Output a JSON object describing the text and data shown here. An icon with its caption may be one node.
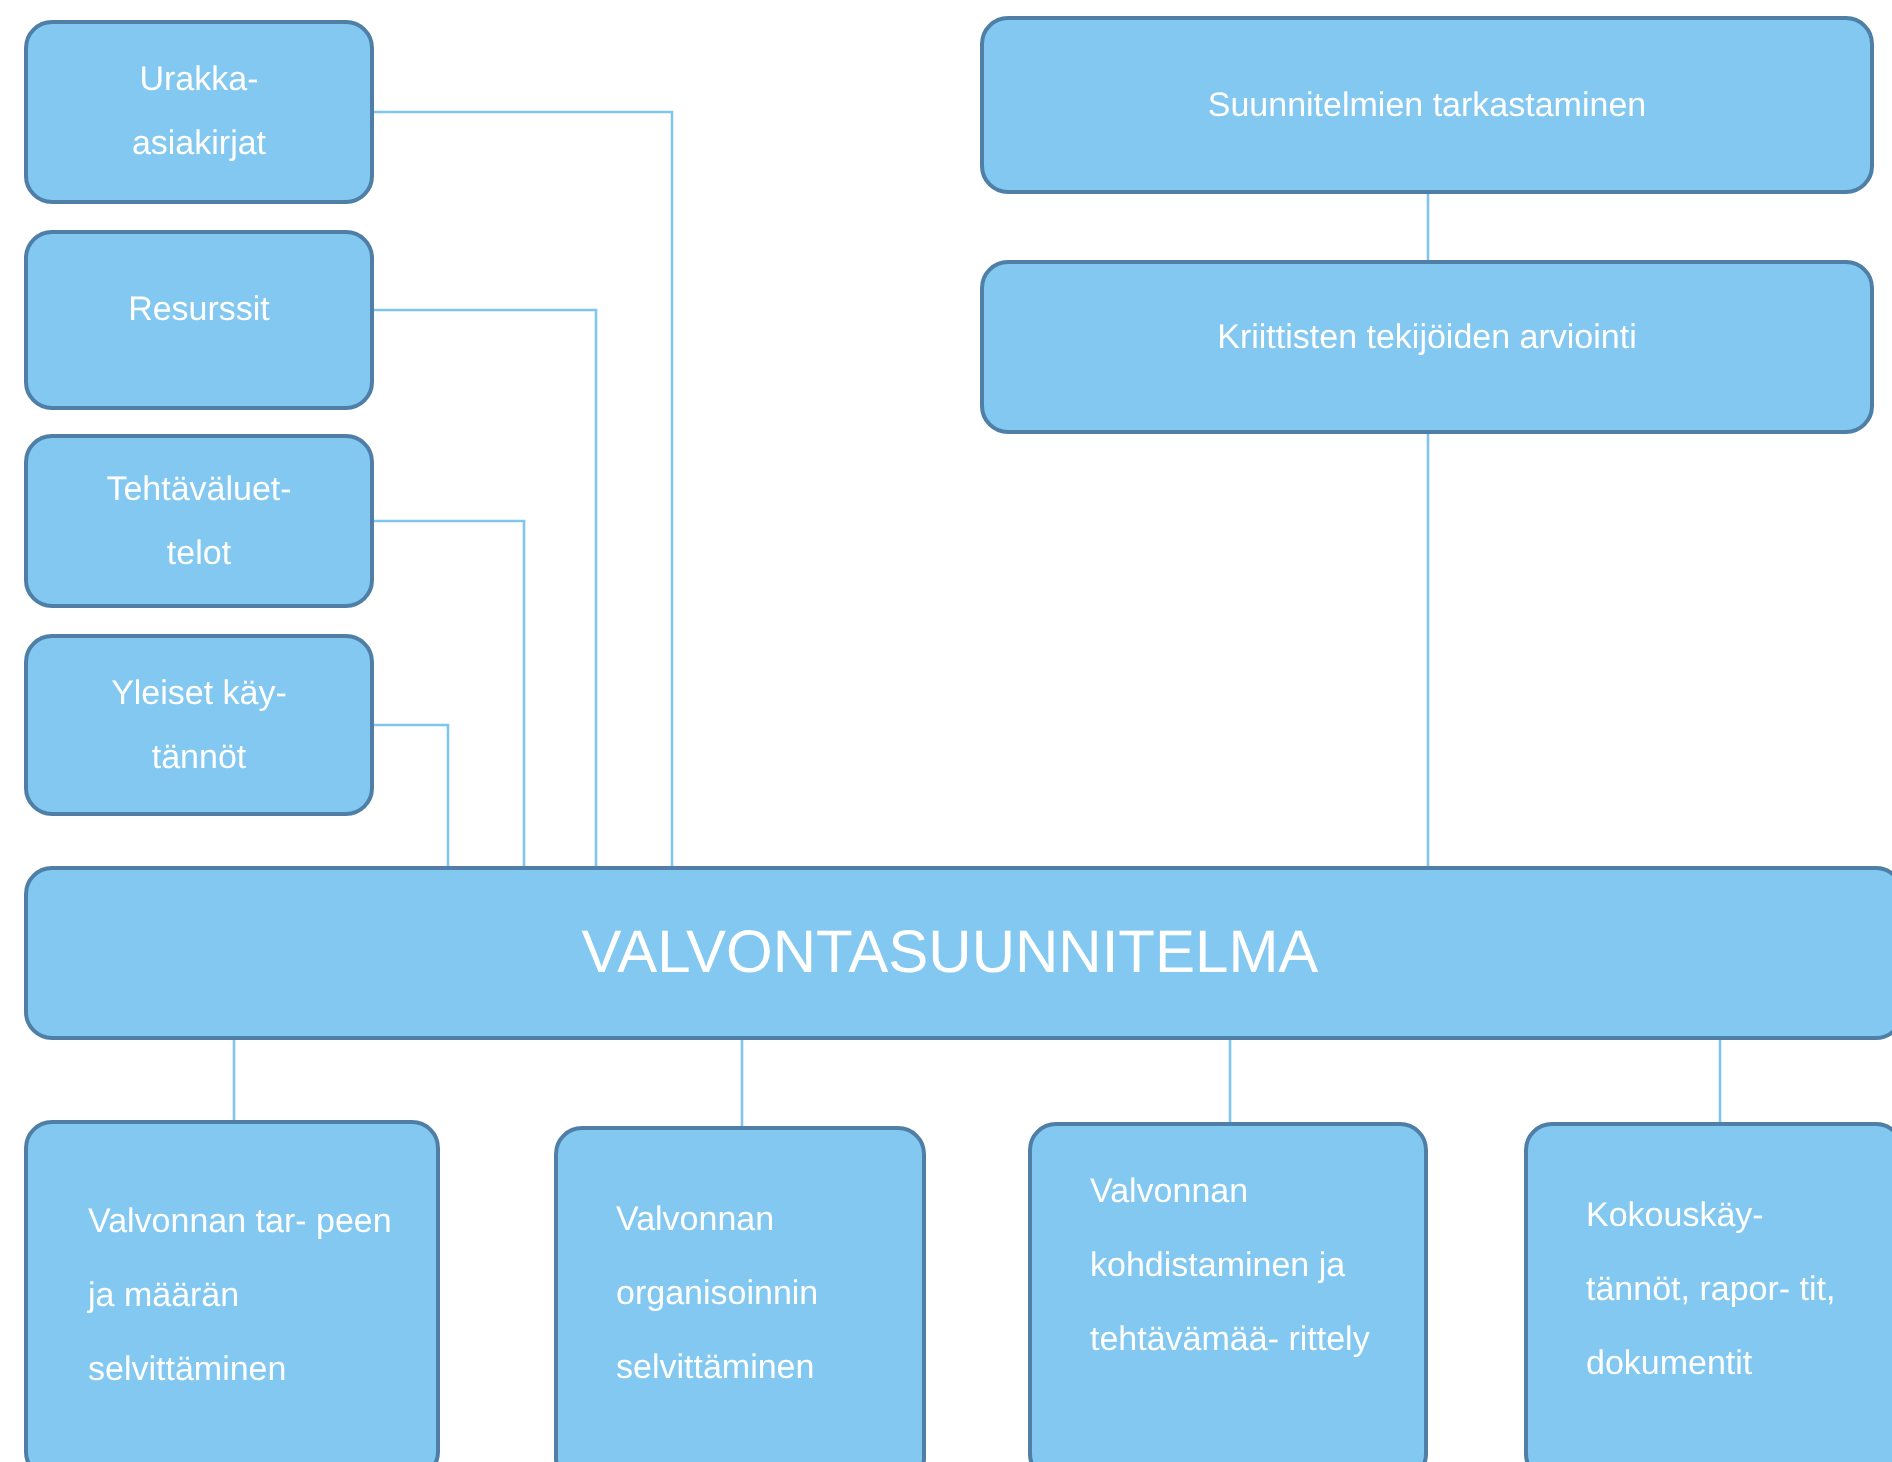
{
  "diagram": {
    "nodes": [
      {
        "text": [
          "Urakka- asiakirjat"
        ]
      },
      {
        "text": [
          "Resurssit"
        ]
      },
      {
        "text": [
          "Tehtäväluet- telot"
        ]
      },
      {
        "text": [
          "Yleiset käy- tännöt"
        ]
      },
      {
        "text": [
          "Suunnitelmien tarkastaminen"
        ]
      },
      {
        "text": [
          "Kriittisten tekijöiden arviointi"
        ]
      },
      {
        "text": [
          "VALVONTASUUNNITELMA"
        ]
      },
      {
        "text": [
          "Valvonnan tar- peen ja määrän selvittäminen"
        ]
      },
      {
        "text": [
          "Valvonnan organisoinnin selvittäminen"
        ]
      },
      {
        "text": [
          "Valvonnan kohdistaminen ja tehtävämää- rittely"
        ]
      },
      {
        "text": [
          "Kokouskäy- tännöt, rapor- tit, dokumentit"
        ]
      }
    ],
    "edges": [
      {
        "from": 0,
        "to": 6,
        "arrow": "none"
      },
      {
        "from": 1,
        "to": 6,
        "arrow": "none"
      },
      {
        "from": 2,
        "to": 6,
        "arrow": "none"
      },
      {
        "from": 3,
        "to": 6,
        "arrow": "none"
      },
      {
        "from": 4,
        "to": 5,
        "arrow": "none"
      },
      {
        "from": 5,
        "to": 6,
        "arrow": "none"
      },
      {
        "from": 6,
        "to": 7,
        "arrow": "none"
      },
      {
        "from": 6,
        "to": 8,
        "arrow": "none"
      },
      {
        "from": 6,
        "to": 9,
        "arrow": "none"
      },
      {
        "from": 6,
        "to": 10,
        "arrow": "none"
      }
    ]
  }
}
